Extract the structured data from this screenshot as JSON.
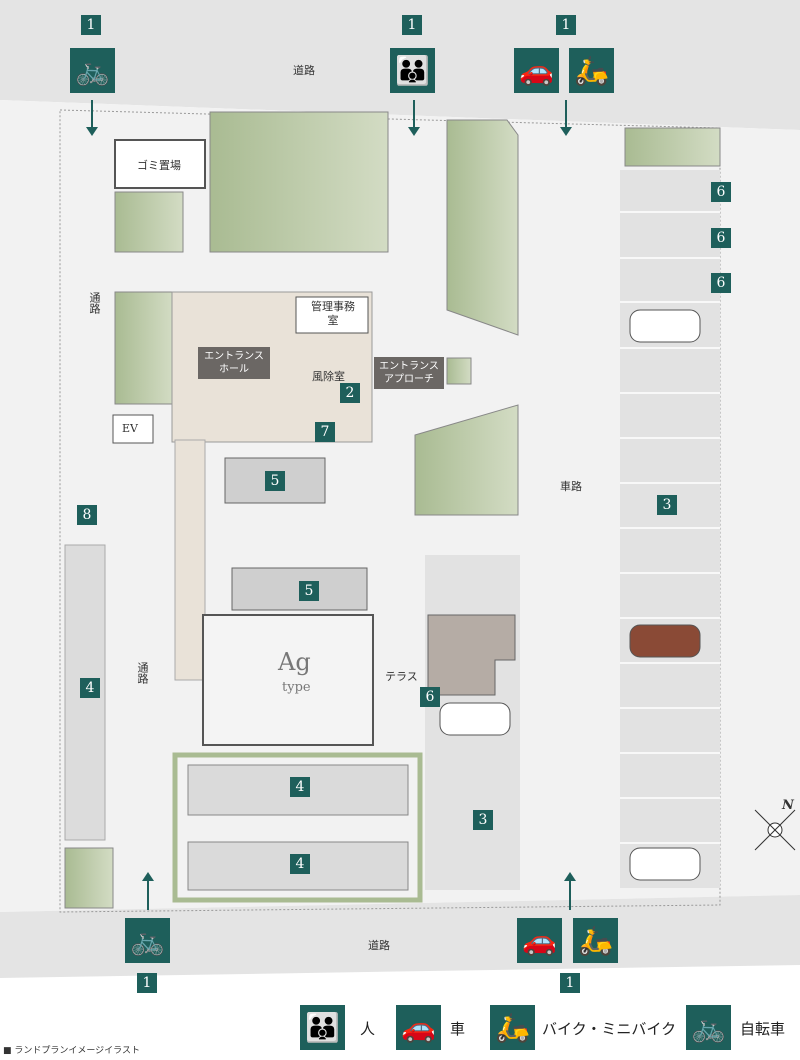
{
  "colors": {
    "accent": "#1e5f5b",
    "green": "#b8c7a3",
    "road": "#e4e4e4",
    "lobby": "#e9e2d8",
    "terrace": "#b5aca5"
  },
  "labels": {
    "road_top": "道路",
    "road_bottom": "道路",
    "passage_upper": "通路",
    "passage_lower": "通路",
    "driveway": "車路",
    "terrace": "テラス",
    "ag": "Ag",
    "type": "type",
    "garbage": "ゴミ置場",
    "office": "管理事務室",
    "entrance_hall": "エントランスホール",
    "windbreak": "風除室",
    "entrance_approach": "エントランスアプローチ",
    "ev": "EV",
    "north": "N"
  },
  "badges": {
    "top_bike": "1",
    "top_person": "1",
    "top_vehicle": "1",
    "p6a": "6",
    "p6b": "6",
    "p6c": "6",
    "p3_right": "3",
    "p2": "2",
    "p7": "7",
    "p5a": "5",
    "p5b": "5",
    "p4_left": "4",
    "p4_mid": "4",
    "p4_low": "4",
    "p3_mid": "3",
    "p6_mid": "6",
    "p8": "8",
    "bottom_bike": "1",
    "bottom_vehicle": "1"
  },
  "legend": [
    {
      "icon": "person-icon",
      "label": "人"
    },
    {
      "icon": "car-icon",
      "label": "車"
    },
    {
      "icon": "scooter-icon",
      "label": "バイク・ミニバイク"
    },
    {
      "icon": "bicycle-icon",
      "label": "自転車"
    }
  ],
  "caption": "■ ランドプランイメージイラスト"
}
